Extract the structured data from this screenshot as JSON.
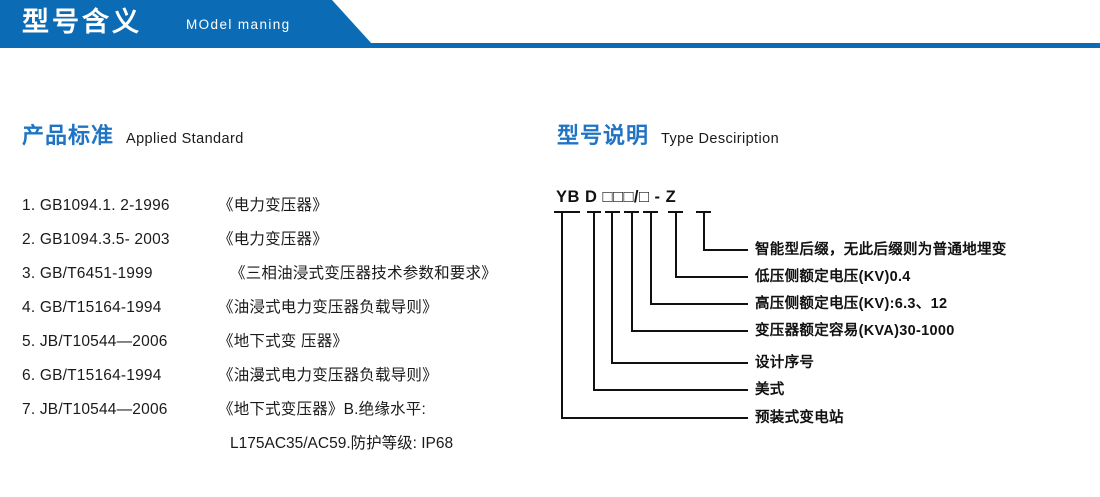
{
  "banner": {
    "title": "型号含义",
    "subtitle": "MOdel maning",
    "color": "#0b6cb5"
  },
  "sections": {
    "standard": {
      "heading_cn": "产品标准",
      "heading_en": "Applied Standard"
    },
    "type": {
      "heading_cn": "型号说明",
      "heading_en": "Type Desciription"
    }
  },
  "standards": [
    {
      "code": "1. GB1094.1. 2-1996",
      "title": "《电力变压器》",
      "indent": false
    },
    {
      "code": "2. GB1094.3.5- 2003",
      "title": "《电力变压器》",
      "indent": false
    },
    {
      "code": "3. GB/T6451-1999",
      "title": "《三相油浸式变压器技术参数和要求》",
      "indent": true
    },
    {
      "code": "4. GB/T15164-1994",
      "title": "《油浸式电力变压器负载导则》",
      "indent": false
    },
    {
      "code": "5. JB/T10544—2006",
      "title": "《地下式变 压器》",
      "indent": false
    },
    {
      "code": "6. GB/T15164-1994",
      "title": "《油漫式电力变压器负载导则》",
      "indent": false
    },
    {
      "code": "7. JB/T10544—2006",
      "title": "《地下式变压器》B.绝缘水平:",
      "indent": false
    }
  ],
  "standards_continuation": "L175AC35/AC59.防护等级: IP68",
  "model_code": {
    "text": "YB D □□□/□ - Z",
    "segments": [
      "YB",
      "D",
      "□",
      "□",
      "□",
      "□",
      "Z"
    ]
  },
  "type_labels": [
    {
      "text": "智能型后缀，无此后缀则为普通地埋变"
    },
    {
      "text": "低压侧额定电压(KV)0.4"
    },
    {
      "text": "高压侧额定电压(KV):6.3、12"
    },
    {
      "text": "变压器额定容易(KVA)30-1000"
    },
    {
      "text": "设计序号"
    },
    {
      "text": "美式"
    },
    {
      "text": "预装式变电站"
    }
  ]
}
